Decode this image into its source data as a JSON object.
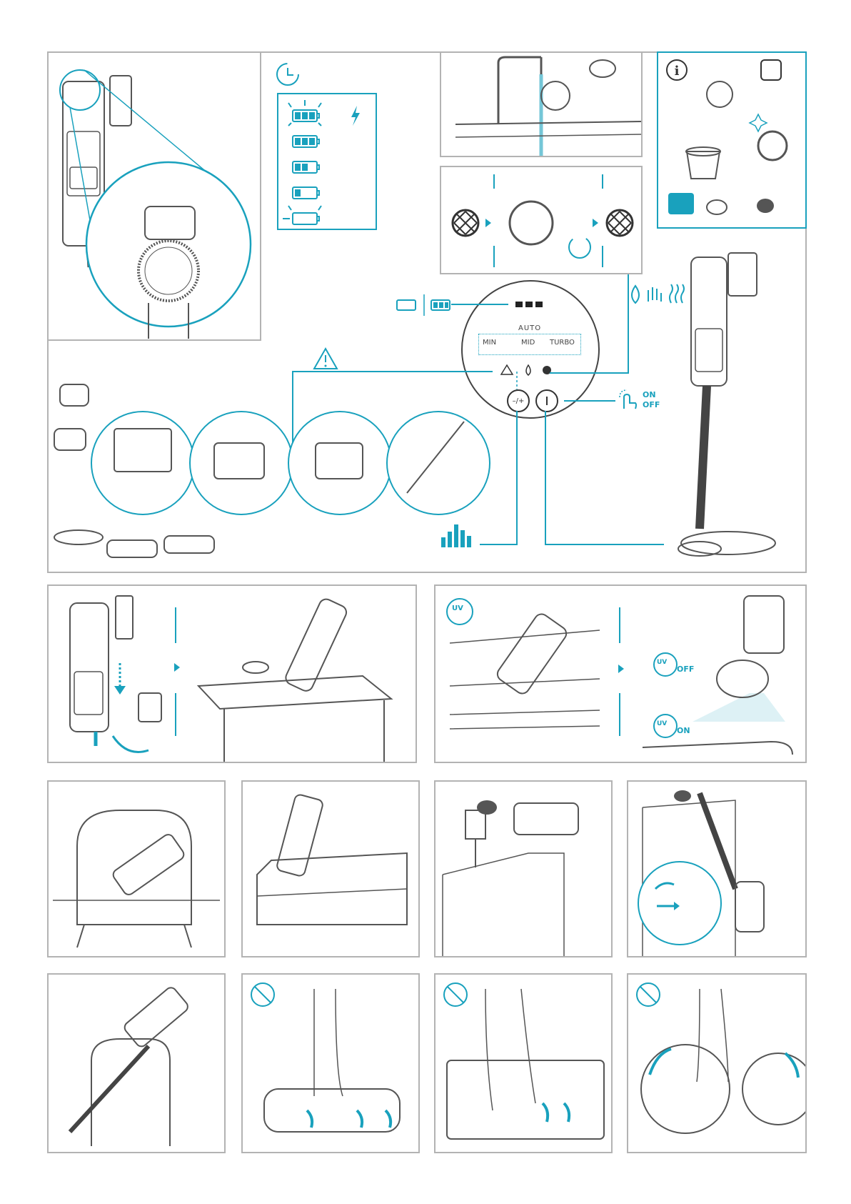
{
  "control_panel": {
    "mode_top": "AUTO",
    "mode_min": "MIN",
    "mode_mid": "MID",
    "mode_turbo": "TURBO",
    "speed_button": "–/+"
  },
  "power_label": {
    "on": "ON",
    "off": "OFF"
  },
  "uv_labels": {
    "badge": "UV",
    "off": "OFF",
    "on": "ON"
  },
  "colors": {
    "accent": "#19a1bd",
    "frame": "#b3b3b3",
    "line": "#555555"
  }
}
